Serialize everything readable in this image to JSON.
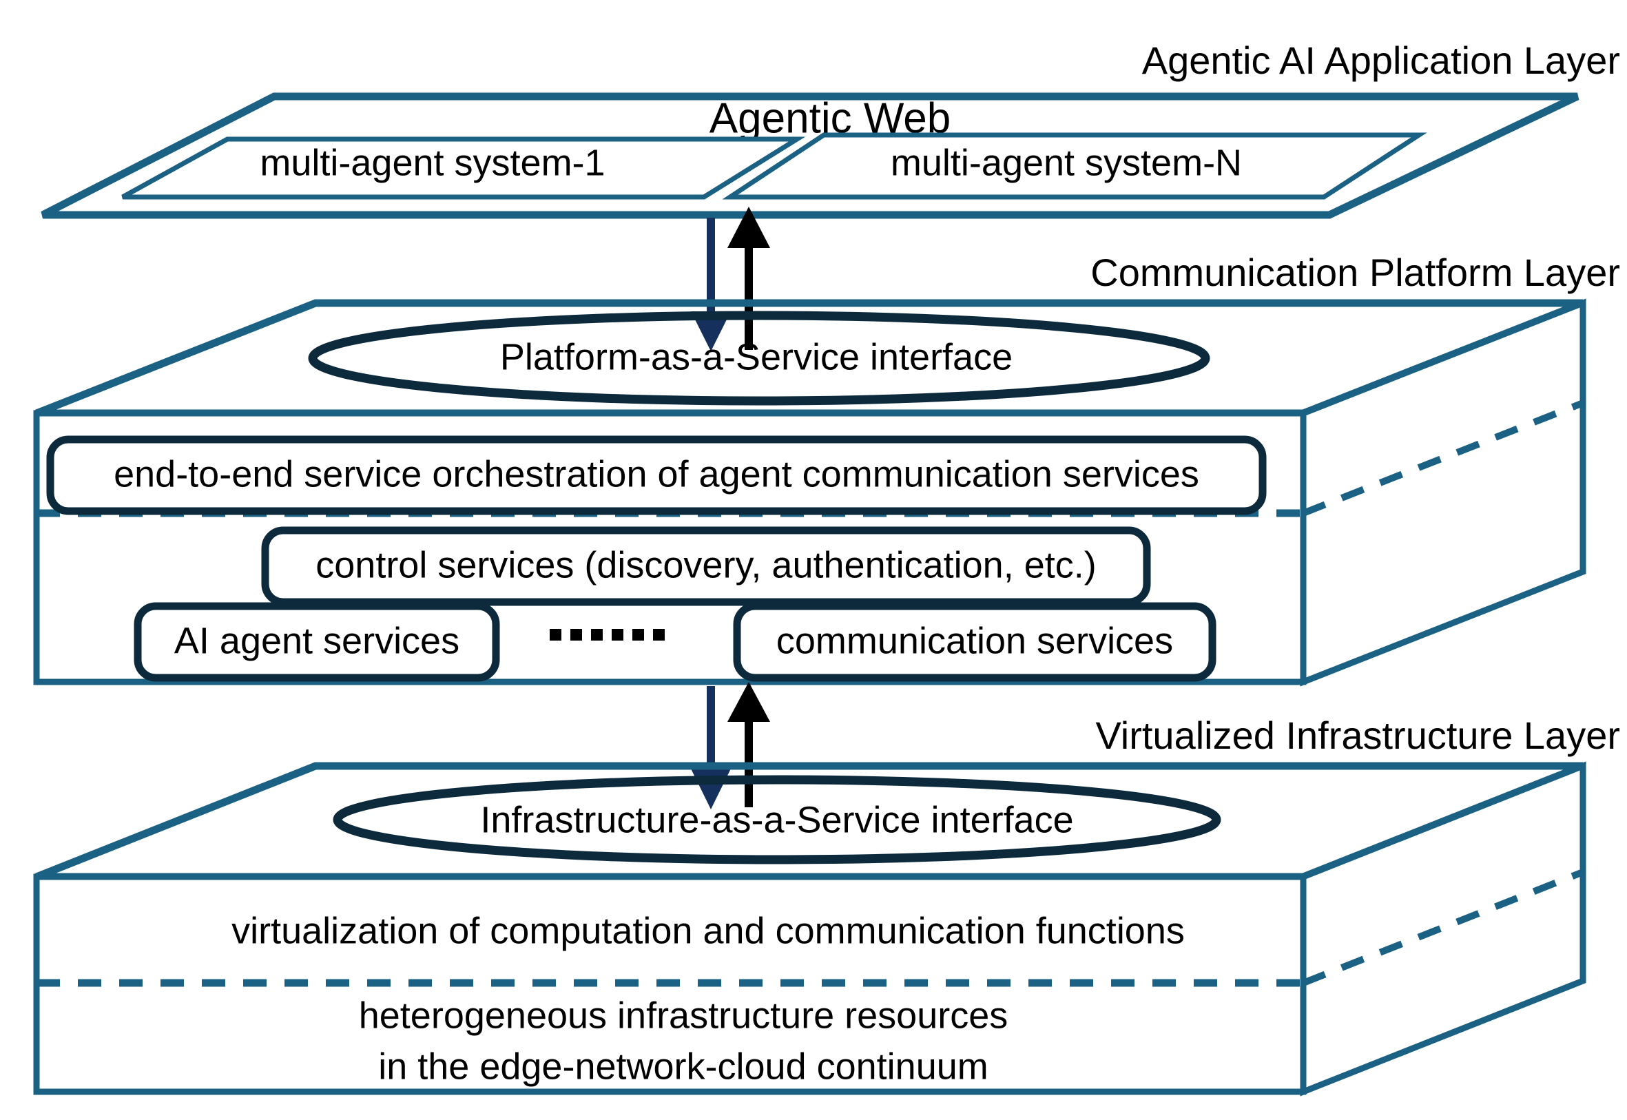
{
  "diagram": {
    "title": "Agentic AI layered architecture",
    "colors": {
      "teal": "#1a6183",
      "navy": "#0d2a3d",
      "arrow_down": "#16305e",
      "arrow_up": "#000000",
      "background": "#ffffff"
    }
  },
  "layers": [
    {
      "id": "application",
      "title": "Agentic AI Application Layer",
      "plane_title": "Agentic Web",
      "systems": [
        {
          "label": "multi-agent system-1"
        },
        {
          "label": "multi-agent system-N"
        }
      ]
    },
    {
      "id": "platform",
      "title": "Communication Platform Layer",
      "interface_label": "Platform-as-a-Service interface",
      "upper_items": [
        {
          "label": "end-to-end service orchestration of agent communication services"
        }
      ],
      "lower_items": [
        {
          "label": "control services (discovery, authentication, etc.)"
        },
        {
          "label": "AI agent services"
        },
        {
          "label": "communication services"
        }
      ],
      "ellipsis_dots": 6
    },
    {
      "id": "infrastructure",
      "title": "Virtualized Infrastructure Layer",
      "interface_label": "Infrastructure-as-a-Service interface",
      "upper_text": "virtualization of computation and communication functions",
      "lower_text_line1": "heterogeneous infrastructure resources",
      "lower_text_line2": "in the edge-network-cloud continuum"
    }
  ],
  "connectors": [
    {
      "id": "app-to-platform",
      "down_label": "",
      "up_label": ""
    },
    {
      "id": "platform-to-infra",
      "down_label": "",
      "up_label": ""
    }
  ]
}
